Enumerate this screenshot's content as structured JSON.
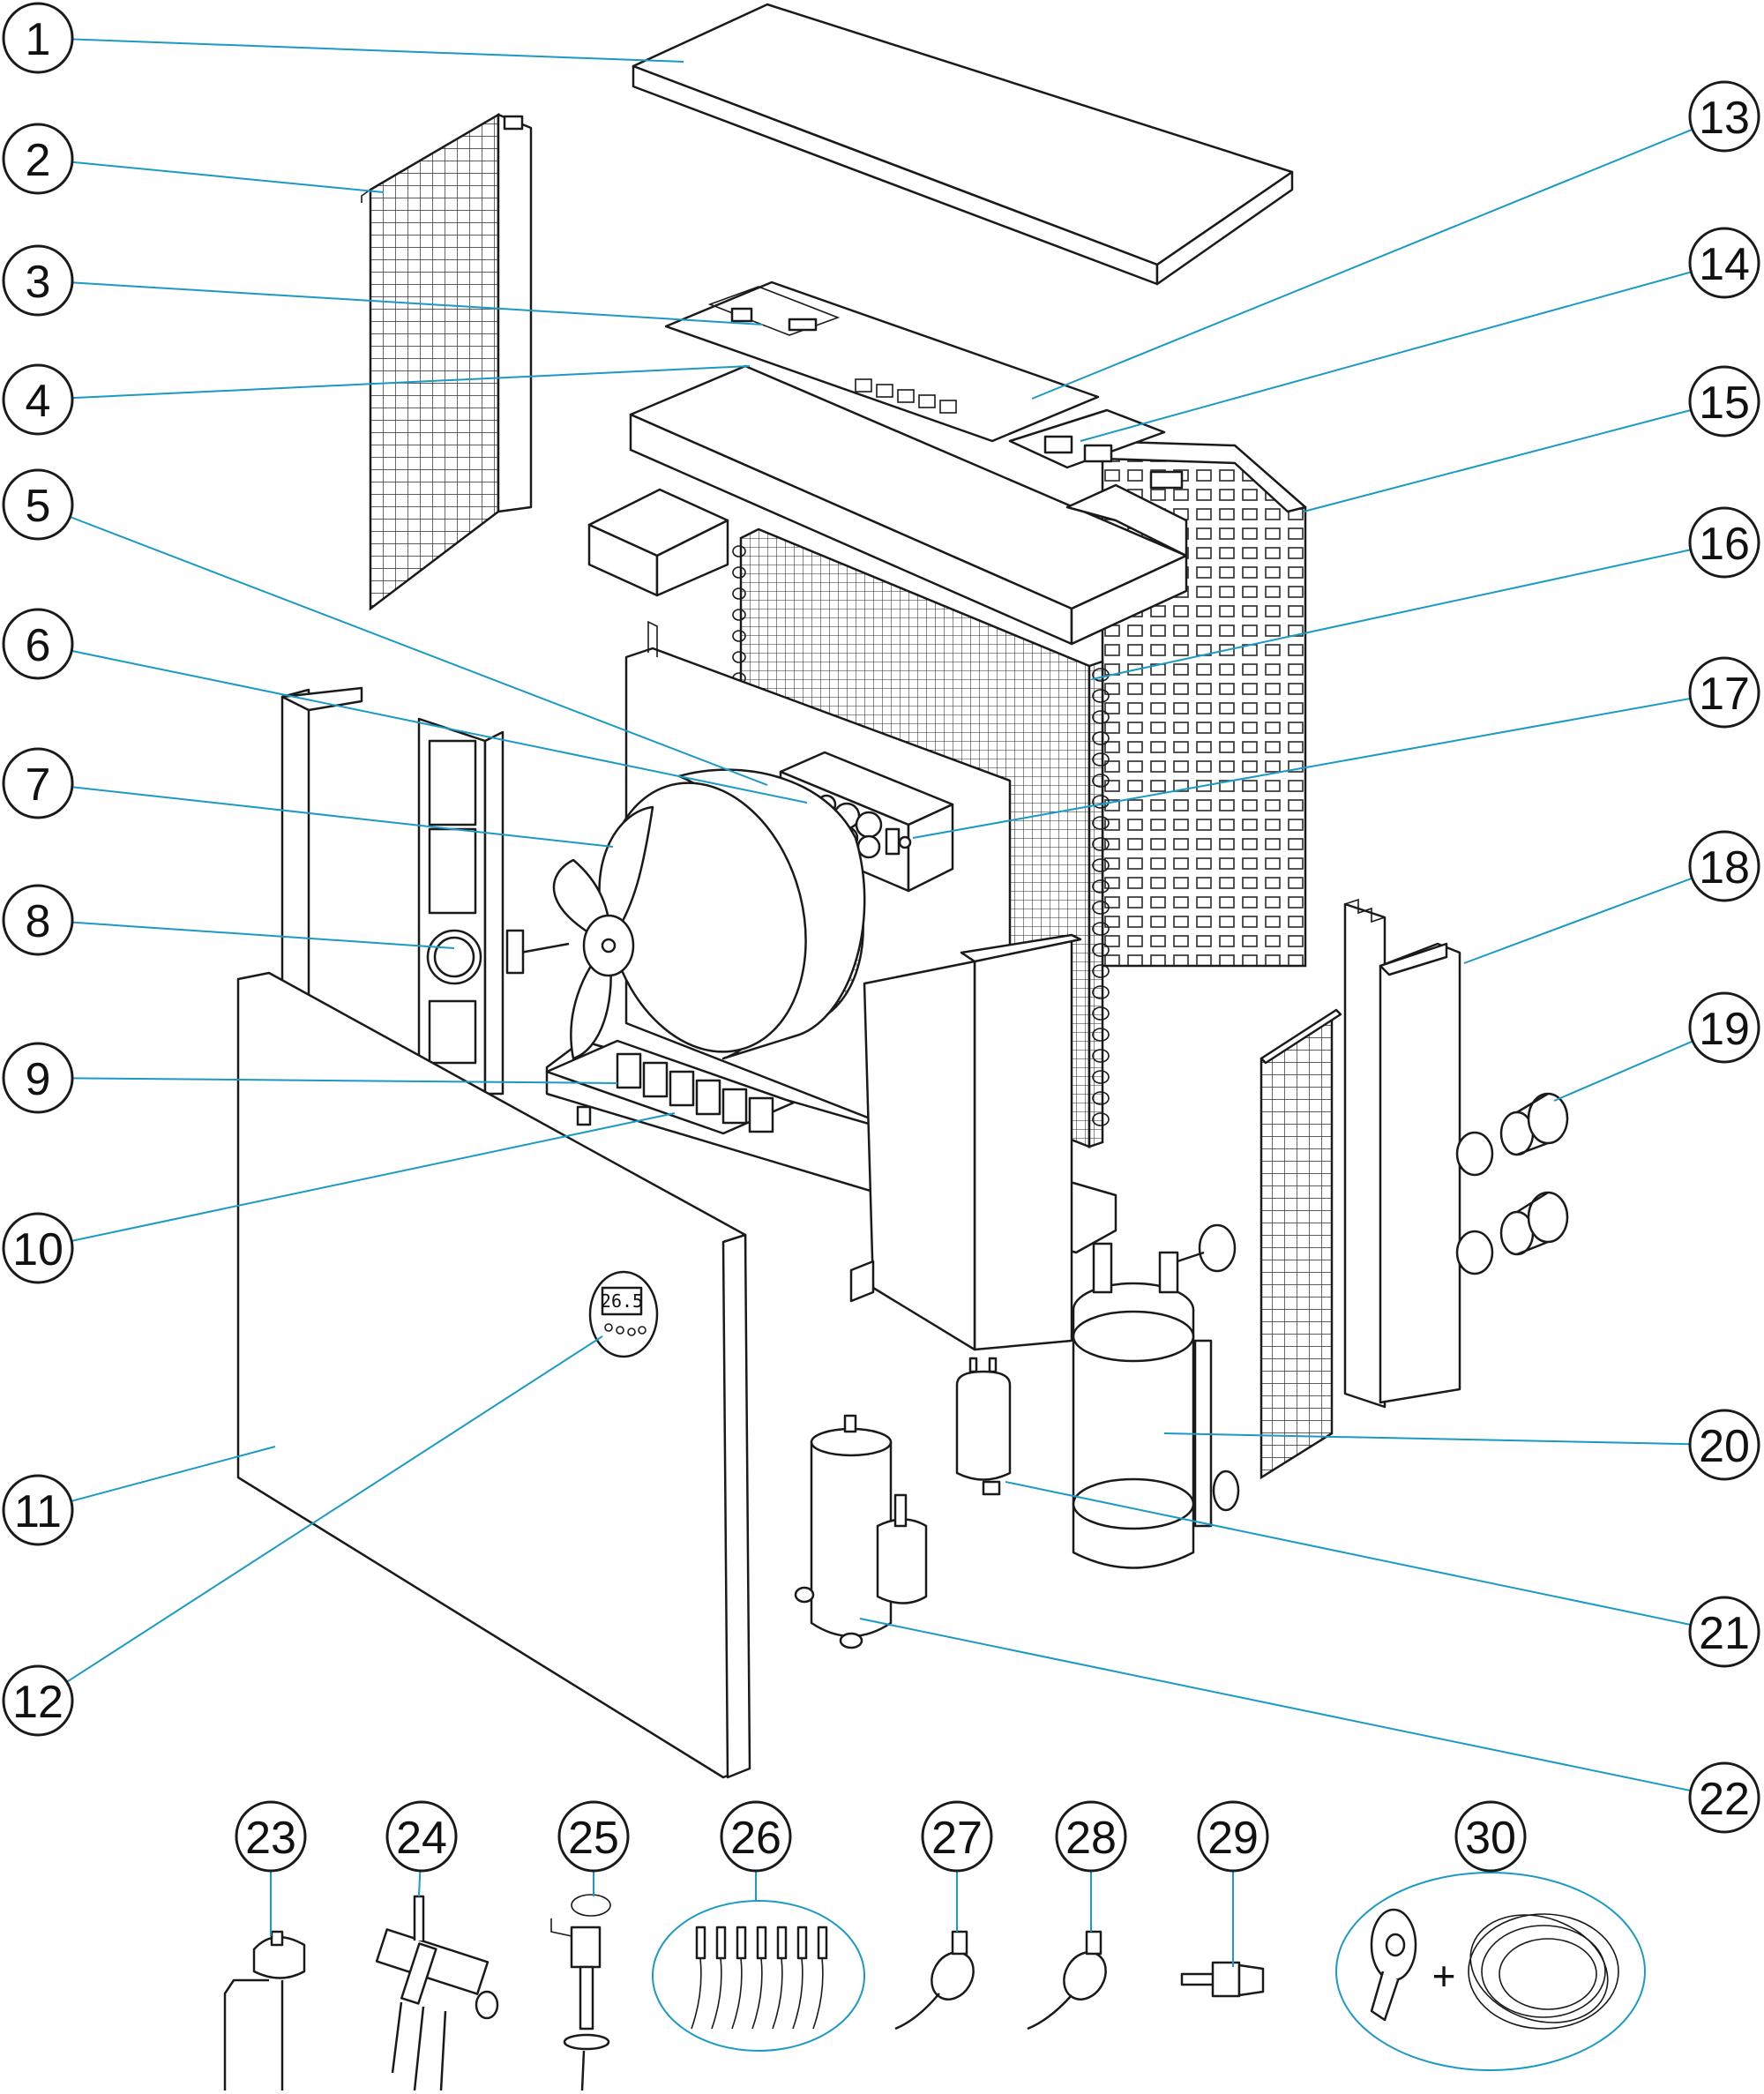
{
  "colors": {
    "leader": "#1a9ac4",
    "outline": "#1a1a1a",
    "background": "#ffffff"
  },
  "display_reading": "26.5",
  "callouts": [
    {
      "number": "1"
    },
    {
      "number": "2"
    },
    {
      "number": "3"
    },
    {
      "number": "4"
    },
    {
      "number": "5"
    },
    {
      "number": "6"
    },
    {
      "number": "7"
    },
    {
      "number": "8"
    },
    {
      "number": "9"
    },
    {
      "number": "10"
    },
    {
      "number": "11"
    },
    {
      "number": "12"
    },
    {
      "number": "13"
    },
    {
      "number": "14"
    },
    {
      "number": "15"
    },
    {
      "number": "16"
    },
    {
      "number": "17"
    },
    {
      "number": "18"
    },
    {
      "number": "19"
    },
    {
      "number": "20"
    },
    {
      "number": "21"
    },
    {
      "number": "22"
    },
    {
      "number": "23"
    },
    {
      "number": "24"
    },
    {
      "number": "25"
    },
    {
      "number": "26"
    },
    {
      "number": "27"
    },
    {
      "number": "28"
    },
    {
      "number": "29"
    },
    {
      "number": "30"
    }
  ],
  "accessory_joiner": "+"
}
